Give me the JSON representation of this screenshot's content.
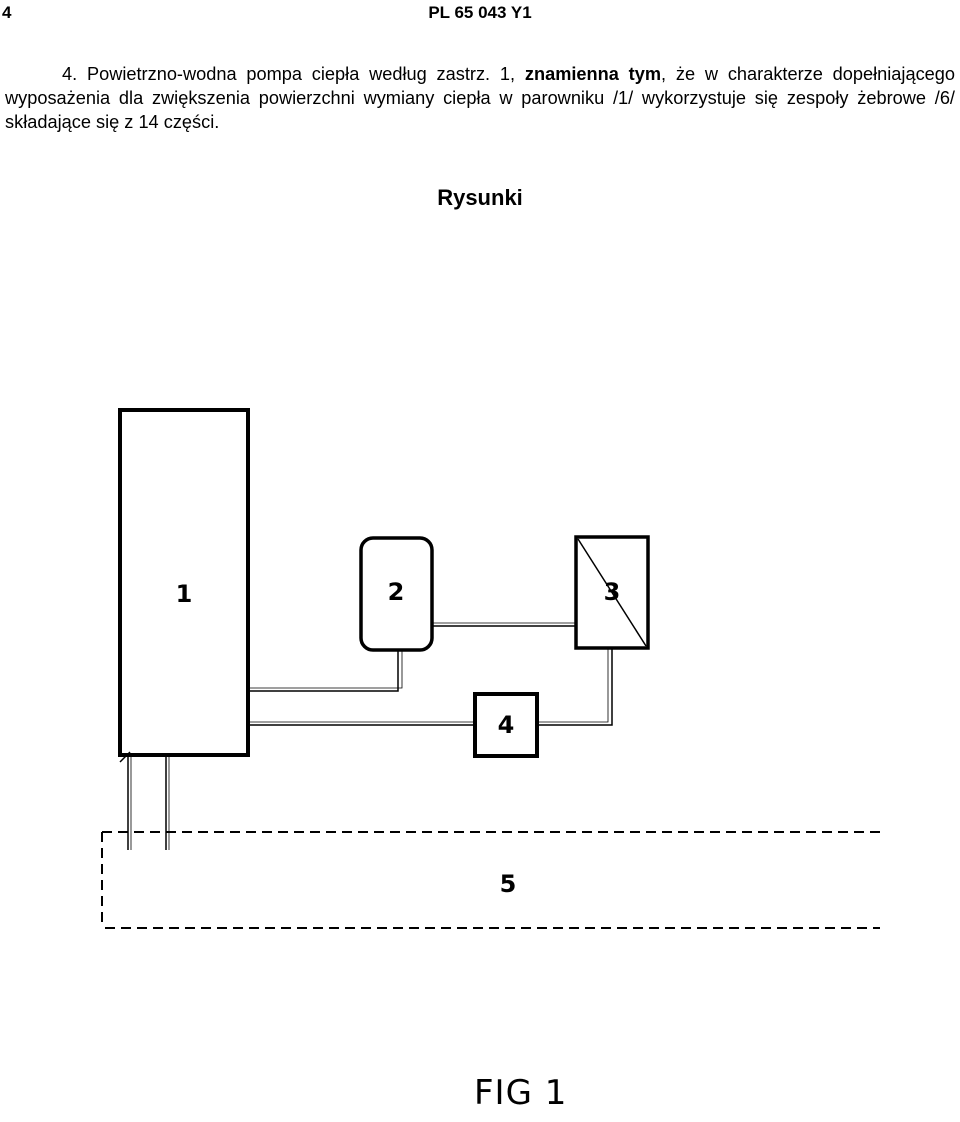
{
  "header": {
    "page_number": "4",
    "document_id": "PL 65 043 Y1"
  },
  "claim": {
    "lead": "4. Powietrzno-wodna pompa ciepła według zastrz. 1,",
    "bold": "znamienna tym",
    "rest": ", że w charakterze dopełniającego wyposażenia dla zwiększenia powierzchni wymiany ciepła w parowniku /1/ wykorzystuje się zespoły żebrowe /6/ składające się z 14 części."
  },
  "drawings_title": "Rysunki",
  "figure": {
    "labels": {
      "block1": "1",
      "block2": "2",
      "block3": "3",
      "block4": "4",
      "block5": "5"
    },
    "caption": "FIG 1"
  }
}
